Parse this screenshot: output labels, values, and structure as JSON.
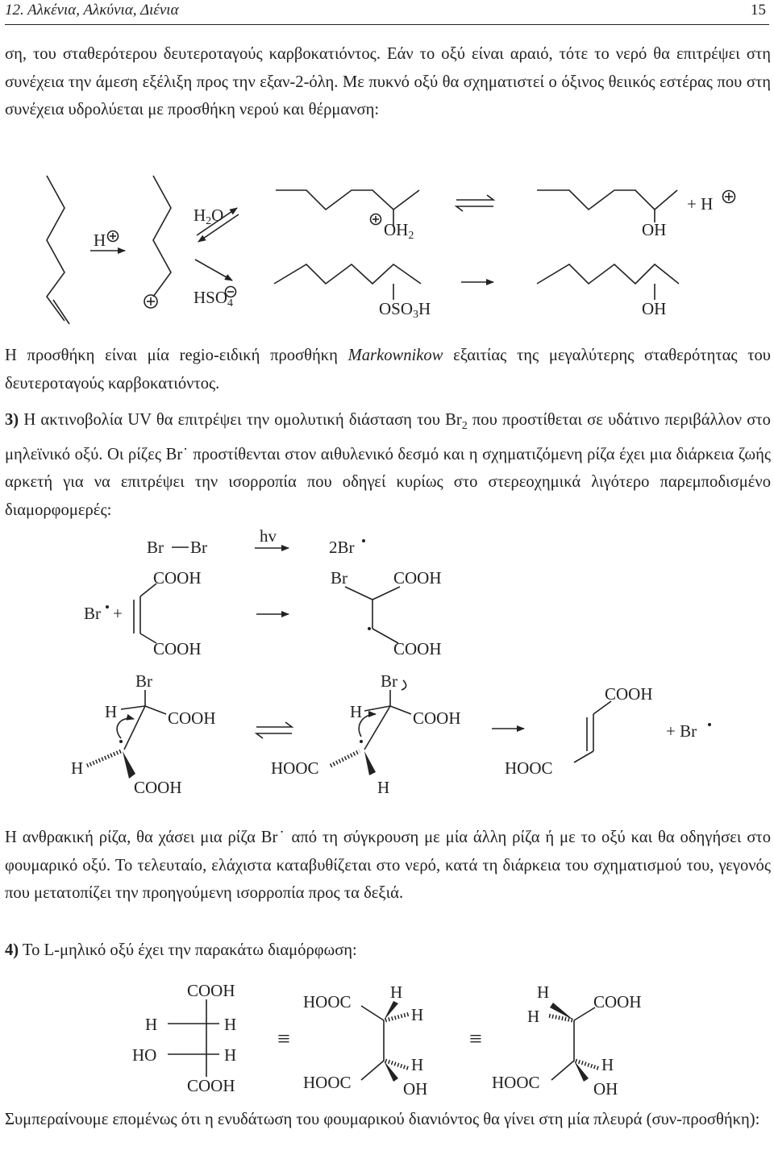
{
  "header": {
    "chapter": "12. Αλκένια, Αλκύνια, Διένια",
    "page_number": "15"
  },
  "p1": "ση, του σταθερότερου δευτεροταγούς καρβοκατιόντος. Εάν το οξύ είναι αραιό, τότε το νερό θα επιτρέψει στη συνέχεια την άμεση εξέλιξη προς την εξαν-2-όλη. Με πυκνό οξύ θα σχηματιστεί ο όξινος θειικός εστέρας που στη συνέχεια υδρολύεται με προσθήκη νερού και θέρμανση:",
  "scheme1": {
    "reagent_h": "H",
    "h2o_h": "H",
    "h2o_sub": "2",
    "h2o_o": "O",
    "hso_main": "HSO",
    "hso_sub": "4",
    "oh2_main": "OH",
    "oh2_sub": "2",
    "oso_main": "OSO",
    "oso_sub": "3",
    "oso_h": "H",
    "oh_top": "OH",
    "oh_bottom": "OH",
    "plus_h": "+ H"
  },
  "p2_pre": "Η προσθήκη είναι μία regio-ειδική προσθήκη ",
  "p2_em": "Markownikow",
  "p2_post": " εξαιτίας της μεγαλύτερης σταθερότητας του δευτεροταγούς καρβοκατιόντος.",
  "p3_num": "3)",
  "p3_a": " Η ακτινοβολία UV θα επιτρέψει την ομολυτική διάσταση του Br",
  "p3_sub": "2",
  "p3_b": " που προστίθεται σε υδάτινο περιβάλλον στο μηλεϊνικό οξύ. Οι ρίζες Br˙ προστίθενται στον αιθυλενικό δεσμό και η σχηματιζόμενη ρίζα έχει μια διάρκεια ζωής αρκετή για να επιτρέψει την ισορροπία που οδηγεί κυρίως στο στερεοχημικά λιγότερο παρεμποδισμένο διαμορφομερές:",
  "scheme2": {
    "br": "Br",
    "hv": "hv",
    "two_br": "2Br",
    "cooh": "COOH",
    "hooc": "HOOC",
    "h": "H",
    "br_plus": "Br",
    "plus": "+",
    "plus_br": "+ Br"
  },
  "p4": "Η ανθρακική ρίζα, θα χάσει μια ρίζα Br˙ από τη σύγκρουση με μία άλλη ρίζα ή με το οξύ και θα οδηγήσει στο φουμαρικό οξύ. Το τελευταίο, ελάχιστα καταβυθίζεται στο νερό, κατά τη διάρκεια του σχηματισμού του, γεγονός που μετατοπίζει την προηγούμενη ισορροπία προς τα δεξιά.",
  "p5_num": "4)",
  "p5": " Το L-μηλικό οξύ έχει την παρακάτω διαμόρφωση:",
  "scheme3": {
    "cooh": "COOH",
    "hooc": "HOOC",
    "h": "H",
    "ho": "HO",
    "oh": "OH",
    "equiv": "≡"
  },
  "p6": "Συμπεραίνουμε επομένως ότι η ενυδάτωση του φουμαρικού διανιόντος θα γίνει στη μία πλευρά (συν-προσθήκη):"
}
